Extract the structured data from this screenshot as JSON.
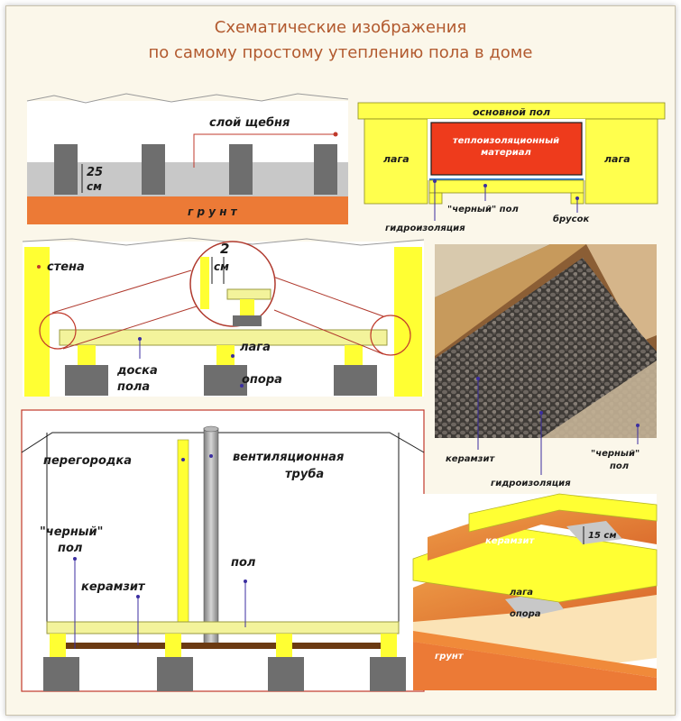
{
  "title": {
    "line1": "Схематические изображения",
    "line2": "по самому простому утеплению пола в доме"
  },
  "panel1": {
    "layer_label": "слой щебня",
    "height_value": "25",
    "height_unit": "см",
    "ground_label": "г р у н т"
  },
  "panel2": {
    "main_floor": "основной пол",
    "insulation_line1": "теплоизоляционный",
    "insulation_line2": "материал",
    "joist_left": "лага",
    "joist_right": "лага",
    "black_floor": "\"черный\" пол",
    "waterproofing": "гидроизоляция",
    "bar": "брусок"
  },
  "panel3": {
    "wall": "стена",
    "gap_value": "2",
    "gap_unit": "см",
    "joist": "лага",
    "board_line1": "доска",
    "board_line2": "пола",
    "support": "опора"
  },
  "photo": {
    "clay": "керамзит",
    "waterproofing": "гидроизоляция",
    "black_floor_line1": "\"черный\"",
    "black_floor_line2": "пол"
  },
  "panel5": {
    "partition": "перегородка",
    "vent_line1": "вентиляционная",
    "vent_line2": "труба",
    "black_floor_line1": "\"черный\"",
    "black_floor_line2": "пол",
    "floor": "пол",
    "clay": "керамзит"
  },
  "panel6": {
    "clay": "керамзит",
    "height": "15 см",
    "joist": "лага",
    "support": "опора",
    "ground": "грунт"
  }
}
